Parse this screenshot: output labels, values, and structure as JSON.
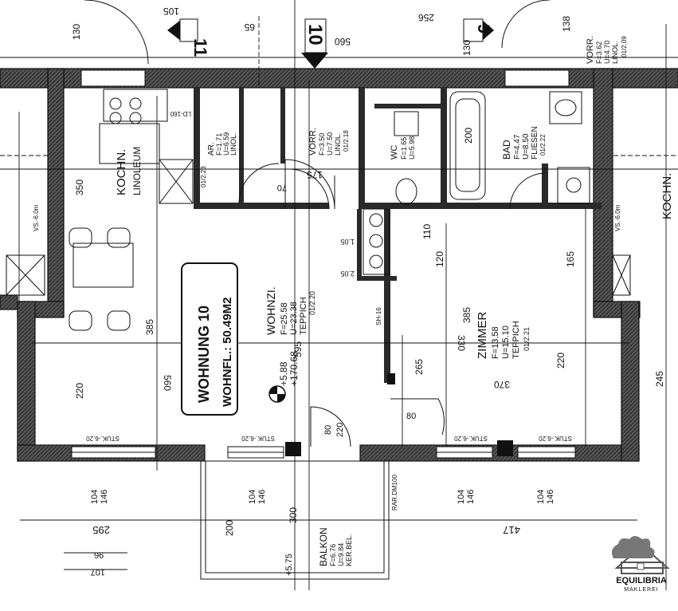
{
  "plan": {
    "apartment": {
      "title": "WOHNUNG 10",
      "area": "WOHNFL.: 50.49M2"
    },
    "rooms": {
      "kitchen_left": {
        "name": "KOCHN.",
        "floor": "LINOLEUM"
      },
      "kitchen_right": {
        "name": "KOCHN."
      },
      "living": {
        "name": "WOHNZI.",
        "f": "F=25.58",
        "u": "U=23.38",
        "floor": "TEPPICH",
        "code": "01/2.20"
      },
      "room": {
        "name": "ZIMMER",
        "f": "F=13.58",
        "u": "U=15.10",
        "floor": "TEPPICH",
        "code": "01/2.21"
      },
      "bath": {
        "name": "BAD",
        "f": "F=4.47",
        "u": "U=8.50",
        "floor": "FLIESEN",
        "code": "01/2.22"
      },
      "wc": {
        "name": "WC",
        "f": "F=1.65",
        "u": "U=5.98"
      },
      "storage": {
        "name": "AR.",
        "f": "F=1.71",
        "u": "U=6.59",
        "floor": "LINOL.",
        "code": "01/2.23"
      },
      "hall": {
        "name": "VORR.",
        "f": "F=3.50",
        "u": "U=7.50",
        "floor": "LINOL.",
        "code": "01/2.18"
      },
      "hall_right": {
        "name": "VORR.",
        "f": "F=3.62",
        "u": "U=4.70",
        "floor": "LINOL.",
        "code": "01/2.09"
      },
      "balcony": {
        "name": "BALKON",
        "f": "F=6.76",
        "u": "U=9.84",
        "floor": "KER.BEL."
      }
    },
    "unit_numbers": {
      "left": "11",
      "center": "10",
      "right": "9"
    },
    "elevation": {
      "level": "+5.88",
      "abs": "+170.68"
    },
    "dimensions": {
      "top": [
        "105",
        "130",
        "65",
        "560",
        "256",
        "130",
        "138"
      ],
      "bottom_left": "295",
      "bottom_right": "417",
      "bottom_small": [
        "96",
        "107"
      ],
      "balcony": [
        "200",
        "300",
        "+5.75"
      ],
      "windows": [
        "104",
        "146"
      ],
      "room_heights": [
        "350",
        "385",
        "220",
        "560",
        "595",
        "265",
        "385",
        "330",
        "220",
        "245"
      ],
      "misc": [
        "200",
        "175",
        "70",
        "110",
        "120",
        "165",
        "370",
        "80",
        "220",
        "80"
      ]
    },
    "notes": {
      "stuk": "STUK.-6.20",
      "rar": "RAR.DM100",
      "vs": "VS.-6.0m",
      "sh": "SH-16",
      "ld": "LD-160",
      "t_values": [
        "1.05",
        "2.05"
      ]
    },
    "logo": {
      "name": "EQUILIBRIA",
      "sub": "MAKLEREI"
    },
    "colors": {
      "ink": "#111111",
      "wall_fill": "#2a2a2a",
      "logo": "#555555"
    }
  }
}
